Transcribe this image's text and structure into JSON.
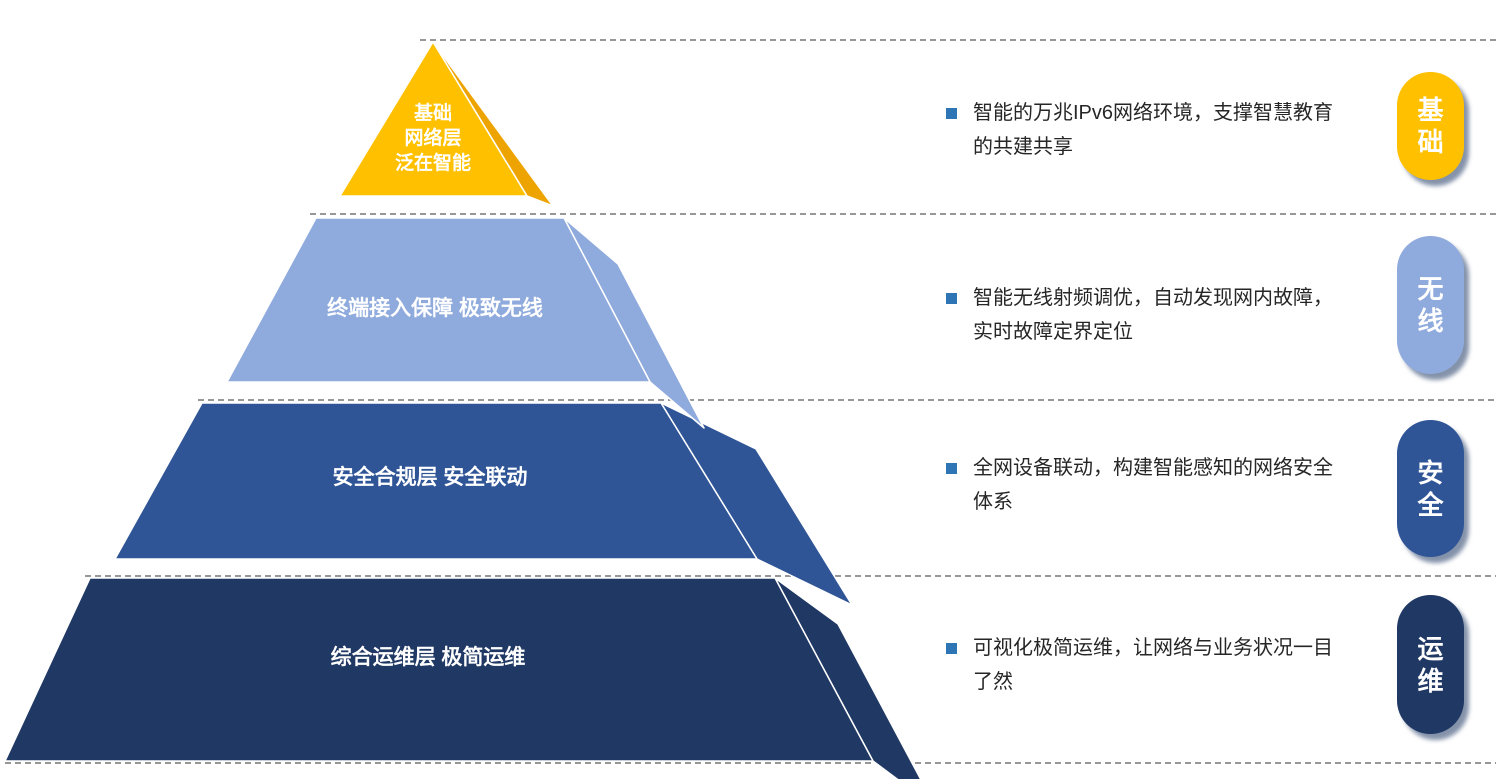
{
  "colors": {
    "bullet": "#2E75B6",
    "divider": "#595959",
    "body_text": "#262626"
  },
  "pyramid": {
    "levels": [
      {
        "name": "base",
        "label_lines": [
          "基础",
          "网络层",
          "泛在智能"
        ],
        "label": "基础 网络层 泛在智能",
        "color": "#FFC000",
        "side_color": "#EDA400"
      },
      {
        "name": "wireless",
        "label": "终端接入保障 极致无线",
        "color": "#8FAADC",
        "side_color": "#8FAADC"
      },
      {
        "name": "security",
        "label": "安全合规层 安全联动",
        "color": "#2F5597",
        "side_color": "#2F5597"
      },
      {
        "name": "ops",
        "label": "综合运维层 极简运维",
        "color": "#1F3864",
        "side_color": "#1F3864"
      }
    ]
  },
  "bullets": [
    {
      "text": "智能的万兆IPv6网络环境，支撑智慧教育的共建共享"
    },
    {
      "text": "智能无线射频调优，自动发现网内故障，实时故障定界定位"
    },
    {
      "text": "全网设备联动，构建智能感知的网络安全体系"
    },
    {
      "text": "可视化极简运维，让网络与业务状况一目了然"
    }
  ],
  "badges": [
    {
      "label": "基础",
      "color": "#FFC000"
    },
    {
      "label": "无线",
      "color": "#8FAADC"
    },
    {
      "label": "安全",
      "color": "#2F5597"
    },
    {
      "label": "运维",
      "color": "#1F3864"
    }
  ]
}
